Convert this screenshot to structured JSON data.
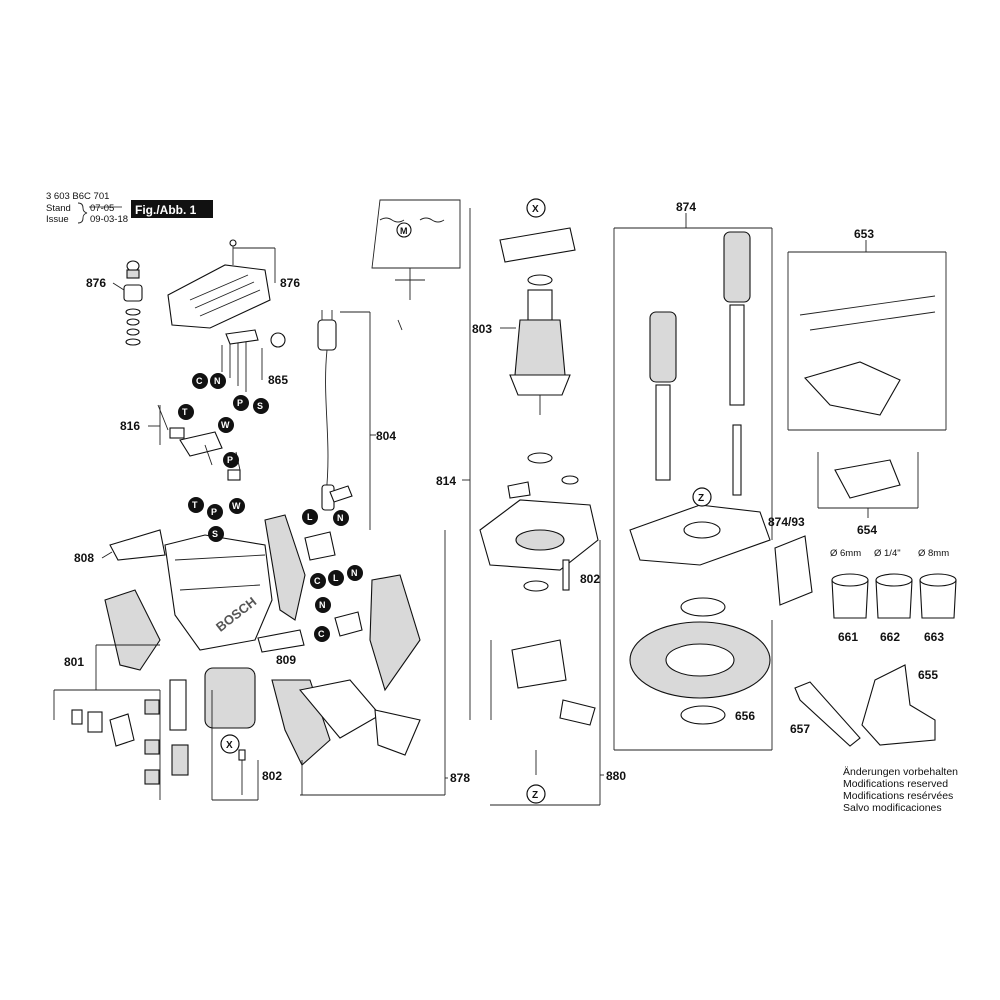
{
  "header": {
    "doc_number": "3 603 B6C 701",
    "stand_label": "Stand",
    "stand_value": "07-05",
    "issue_label": "Issue",
    "issue_value": "09-03-18",
    "figure_label": "Fig./Abb. 1"
  },
  "brand": "BOSCH",
  "part_numbers": {
    "p876": "876",
    "p865": "865",
    "p816": "816",
    "p808": "808",
    "p801": "801",
    "p809": "809",
    "p802a": "802",
    "p804": "804",
    "p803": "803",
    "p814": "814",
    "p802b": "802",
    "p878": "878",
    "p880": "880",
    "p874": "874",
    "p874_93": "874/93",
    "p653": "653",
    "p654": "654",
    "p661": "661",
    "p662": "662",
    "p663": "663",
    "p655": "655",
    "p656": "656",
    "p657": "657"
  },
  "collet_sizes": [
    "Ø 6mm",
    "Ø 1/4\"",
    "Ø 8mm"
  ],
  "circle_letters": {
    "C": "C",
    "N": "N",
    "P": "P",
    "S": "S",
    "T": "T",
    "W": "W",
    "L": "L",
    "X": "X",
    "Z": "Z",
    "M": "M"
  },
  "modifications": [
    "Änderungen vorbehalten",
    "Modifications reserved",
    "Modifications resérvées",
    "Salvo modificaciones"
  ]
}
